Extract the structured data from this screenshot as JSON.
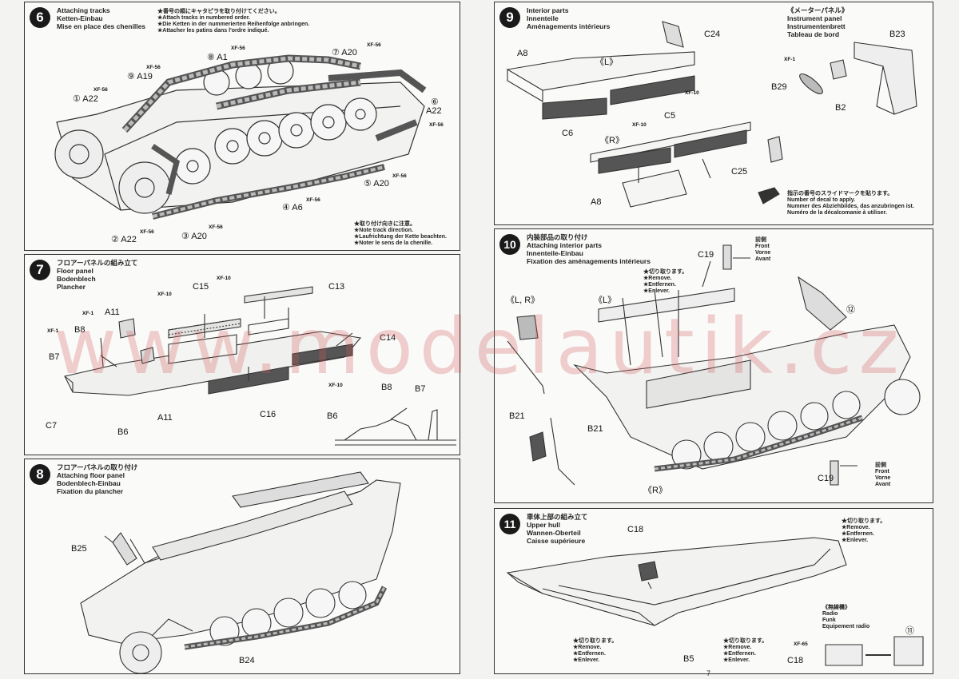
{
  "watermark": "www.modelautik.cz",
  "page_number": "7",
  "steps": {
    "s6": {
      "num": "6",
      "title": [
        "Attaching tracks",
        "Ketten-Einbau",
        "Mise en place des chenilles"
      ],
      "note_top": [
        "★番号の順にキャタピラを取り付けてください。",
        "★Attach tracks in numbered order.",
        "★Die Ketten in der nummerierten Reihenfolge anbringen.",
        "★Attacher les patins dans l'ordre indiqué."
      ],
      "note_bottom": [
        "★取り付け向きに注意。",
        "★Note track direction.",
        "★Laufrichtung der Kette beachten.",
        "★Noter le sens de la chenille."
      ],
      "labels": {
        "a1": "⑧ A1",
        "a19": "⑨ A19",
        "a22a": "① A22",
        "a20a": "⑦ A20",
        "a22b": "A22",
        "a22c": "⑥",
        "a20b": "⑤ A20",
        "a6": "④ A6",
        "a20c": "③ A20",
        "a22d": "② A22"
      },
      "paint": "XF-56"
    },
    "s7": {
      "num": "7",
      "title": [
        "フロアーパネルの組み立て",
        "Floor panel",
        "Bodenblech",
        "Plancher"
      ],
      "labels": {
        "c15": "C15",
        "c13": "C13",
        "a11a": "A11",
        "b8a": "B8",
        "b7a": "B7",
        "c14": "C14",
        "c7": "C7",
        "b6a": "B6",
        "a11b": "A11",
        "c16": "C16",
        "b6b": "B6",
        "b8b": "B8",
        "b7b": "B7"
      },
      "paints": {
        "p1": "XF-10",
        "p2": "XF-1",
        "p3": "XF-10",
        "p4": "XF-1"
      }
    },
    "s8": {
      "num": "8",
      "title": [
        "フロアーパネルの取り付け",
        "Attaching floor panel",
        "Bodenblech-Einbau",
        "Fixation du plancher"
      ],
      "labels": {
        "b25": "B25",
        "b24": "B24"
      }
    },
    "s9": {
      "num": "9",
      "title": [
        "Interior parts",
        "Innenteile",
        "Aménagements intérieurs"
      ],
      "sub_title": [
        "《メーターパネル》",
        "Instrument panel",
        "Instrumentenbrett",
        "Tableau de bord"
      ],
      "labels": {
        "a8a": "A8",
        "l": "《L》",
        "c24": "C24",
        "c6": "C6",
        "r": "《R》",
        "c5": "C5",
        "c25": "C25",
        "a8b": "A8",
        "b23": "B23",
        "b29": "B29",
        "b2": "B2"
      },
      "paints": {
        "p1": "XF-10",
        "p2": "XF-10",
        "p3": "XF-1"
      },
      "decal_note": [
        "指示の番号のスライドマークを貼ります。",
        "Number of decal to apply.",
        "Nummer des Abziehbildes, das anzubringen ist.",
        "Numéro de la décalcomanie à utiliser."
      ]
    },
    "s10": {
      "num": "10",
      "title": [
        "内装部品の取り付け",
        "Attaching interior parts",
        "Innenteile-Einbau",
        "Fixation des aménagements intérieurs"
      ],
      "remove_note": [
        "★切り取ります。",
        "★Remove.",
        "★Entfernen.",
        "★Enlever."
      ],
      "front": [
        "前側",
        "Front",
        "Vorne",
        "Avant"
      ],
      "labels": {
        "c19a": "C19",
        "lr": "《L, R》",
        "l": "《L》",
        "b21a": "B21",
        "b21b": "B21",
        "r": "《R》",
        "c19b": "C19",
        "decal": "⑫"
      }
    },
    "s11": {
      "num": "11",
      "title": [
        "車体上部の組み立て",
        "Upper hull",
        "Wannen-Oberteil",
        "Caisse supérieure"
      ],
      "remove_note": [
        "★切り取ります。",
        "★Remove.",
        "★Entfernen.",
        "★Enlever."
      ],
      "radio": [
        "《無線機》",
        "Radio",
        "Funk",
        "Equipement radio"
      ],
      "labels": {
        "c18a": "C18",
        "b5": "B5",
        "c18b": "C18",
        "decal": "⑪"
      },
      "paint": "XF-65"
    }
  }
}
